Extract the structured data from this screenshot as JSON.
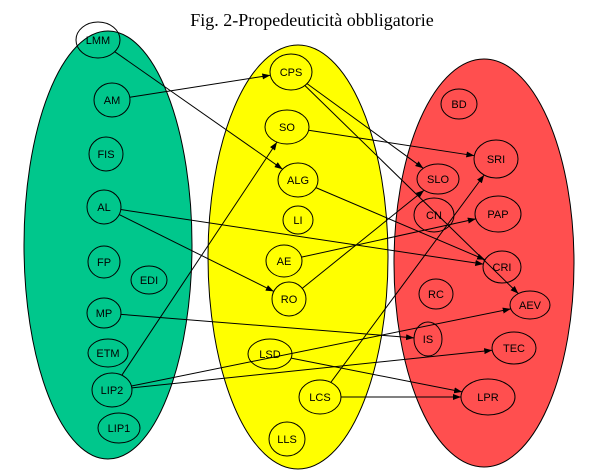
{
  "title": "Fig. 2-Propedeuticità obbligatorie",
  "colors": {
    "group_left": "#00c78c",
    "group_middle": "#ffff00",
    "group_right": "#ff4f4f",
    "line": "#000000"
  },
  "nodes": [
    {
      "id": "LMM",
      "label": "LMM"
    },
    {
      "id": "AM",
      "label": "AM"
    },
    {
      "id": "FIS",
      "label": "FIS"
    },
    {
      "id": "AL",
      "label": "AL"
    },
    {
      "id": "FP",
      "label": "FP"
    },
    {
      "id": "EDI",
      "label": "EDI"
    },
    {
      "id": "MP",
      "label": "MP"
    },
    {
      "id": "ETM",
      "label": "ETM"
    },
    {
      "id": "LIP2",
      "label": "LIP2"
    },
    {
      "id": "LIP1",
      "label": "LIP1"
    },
    {
      "id": "CPS",
      "label": "CPS"
    },
    {
      "id": "SO",
      "label": "SO"
    },
    {
      "id": "ALG",
      "label": "ALG"
    },
    {
      "id": "LI",
      "label": "LI"
    },
    {
      "id": "AE",
      "label": "AE"
    },
    {
      "id": "RO",
      "label": "RO"
    },
    {
      "id": "LSD",
      "label": "LSD"
    },
    {
      "id": "LCS",
      "label": "LCS"
    },
    {
      "id": "LLS",
      "label": "LLS"
    },
    {
      "id": "BD",
      "label": "BD"
    },
    {
      "id": "SRI",
      "label": "SRI"
    },
    {
      "id": "SLO",
      "label": "SLO"
    },
    {
      "id": "CN",
      "label": "CN"
    },
    {
      "id": "PAP",
      "label": "PAP"
    },
    {
      "id": "CRI",
      "label": "CRI"
    },
    {
      "id": "RC",
      "label": "RC"
    },
    {
      "id": "AEV",
      "label": "AEV"
    },
    {
      "id": "IS",
      "label": "IS"
    },
    {
      "id": "TEC",
      "label": "TEC"
    },
    {
      "id": "LPR",
      "label": "LPR"
    }
  ],
  "edges": [
    {
      "from": "LMM",
      "to": "ALG"
    },
    {
      "from": "AM",
      "to": "CPS"
    },
    {
      "from": "AL",
      "to": "RO"
    },
    {
      "from": "AL",
      "to": "CRI"
    },
    {
      "from": "MP",
      "to": "IS"
    },
    {
      "from": "LIP2",
      "to": "SO"
    },
    {
      "from": "LIP2",
      "to": "TEC"
    },
    {
      "from": "LIP2",
      "to": "AEV"
    },
    {
      "from": "CPS",
      "to": "SLO"
    },
    {
      "from": "CPS",
      "to": "AEV"
    },
    {
      "from": "SO",
      "to": "SRI"
    },
    {
      "from": "ALG",
      "to": "CRI"
    },
    {
      "from": "AE",
      "to": "PAP"
    },
    {
      "from": "RO",
      "to": "SLO"
    },
    {
      "from": "LSD",
      "to": "LPR"
    },
    {
      "from": "LCS",
      "to": "SRI"
    },
    {
      "from": "LCS",
      "to": "LPR"
    }
  ]
}
